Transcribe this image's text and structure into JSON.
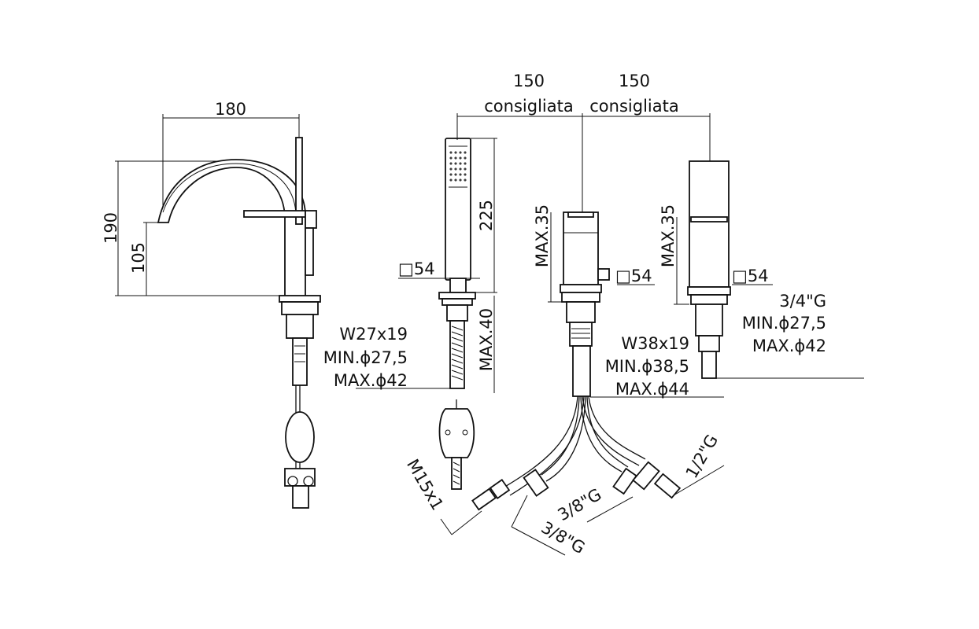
{
  "spout_view": {
    "width_label": "180",
    "total_height_label": "190",
    "spout_height_label": "105"
  },
  "hand_shower": {
    "length_label": "225",
    "square_label": "□54",
    "max_label": "MAX.40",
    "specs": [
      "W27x19",
      "MIN.ϕ27,5",
      "MAX.ϕ42"
    ]
  },
  "spacing": {
    "left_value": "150",
    "left_note": "consigliata",
    "right_value": "150",
    "right_note": "consigliata"
  },
  "diverter": {
    "max_label": "MAX.35",
    "square_label": "□54",
    "specs": [
      "W38x19",
      "MIN.ϕ38,5",
      "MAX.ϕ44"
    ]
  },
  "handle": {
    "max_label": "MAX.35",
    "square_label": "□54",
    "specs": [
      "3/4\"G",
      "MIN.ϕ27,5",
      "MAX.ϕ42"
    ]
  },
  "connections": {
    "m15": "M15x1",
    "g38_a": "3/8\"G",
    "g38_b": "3/8\"G",
    "g12": "1/2\"G"
  }
}
